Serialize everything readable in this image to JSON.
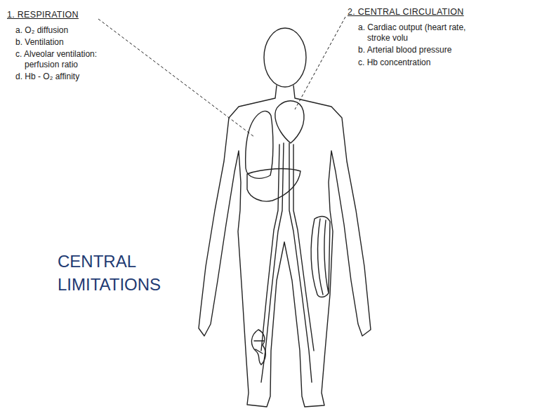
{
  "diagram": {
    "title": "CENTRAL LIMITATIONS",
    "labels": [
      "1. RESPIRATION",
      "a. O₂ diffusion",
      "b. Ventilation",
      "c. Alveolar ventilation: perfusion ratio",
      "d. Hb - O₂ affinity",
      "2. CENTRAL CIRCULATION",
      "a. Cardiac output (heart rate, stroke volu",
      "b. Arterial blood pressure",
      "c. Hb concentration"
    ]
  }
}
